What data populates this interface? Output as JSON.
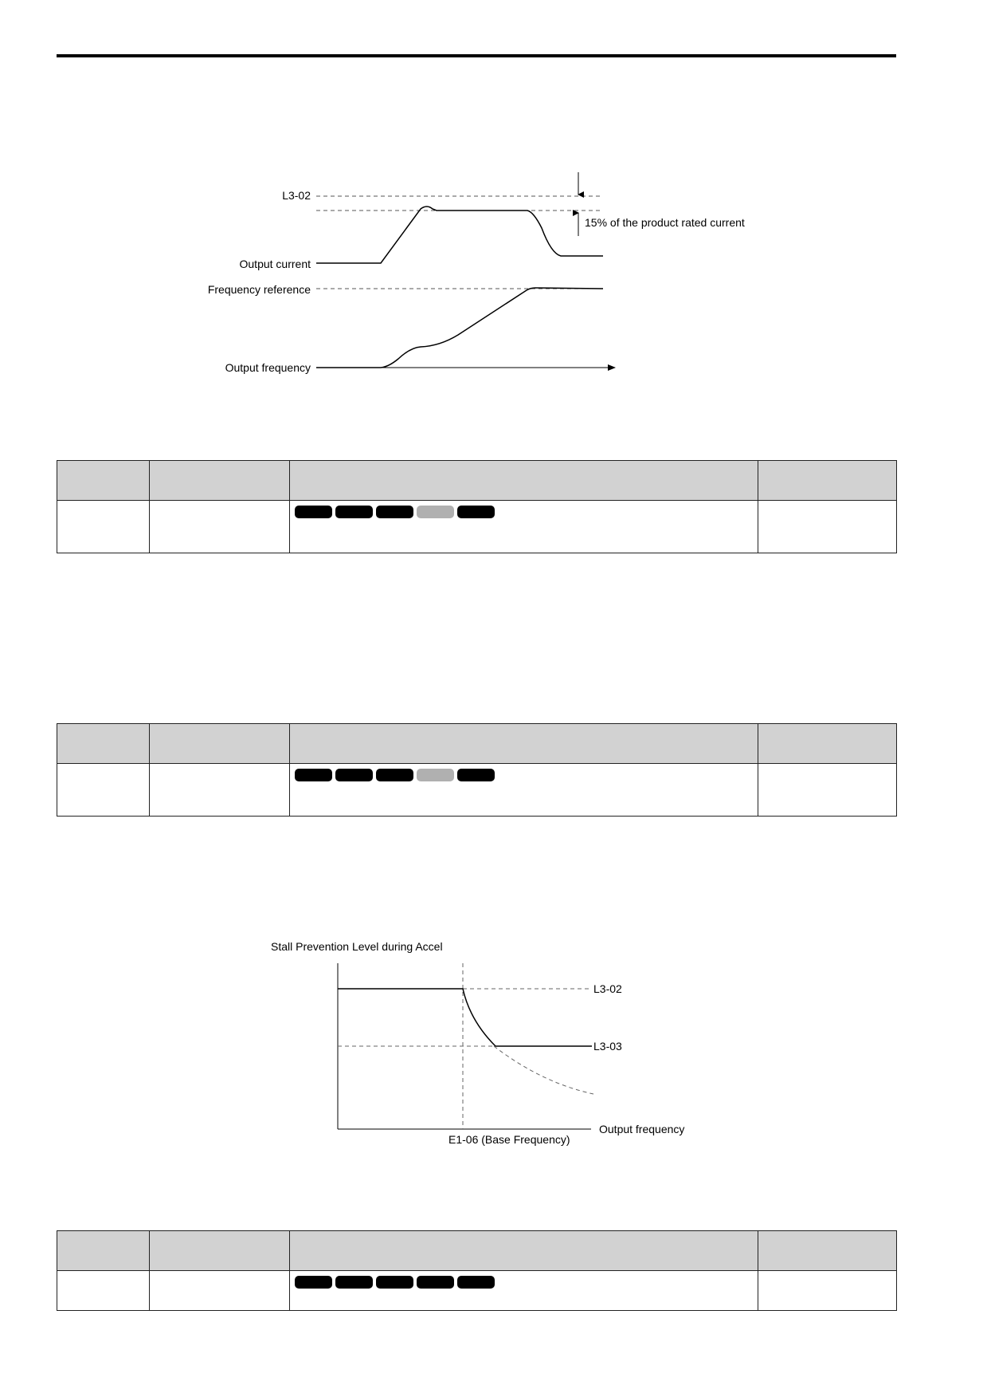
{
  "figure1": {
    "labels": {
      "l3_02": "L3-02",
      "output_current": "Output current",
      "frequency_reference": "Frequency reference",
      "output_frequency": "Output frequency",
      "note_15pct": "15% of the product rated current"
    }
  },
  "figure2": {
    "labels": {
      "y_title": "Stall Prevention Level during Accel",
      "l3_02": "L3-02",
      "l3_03": "L3-03",
      "x_label": "Output frequency",
      "base_freq": "E1-06 (Base Frequency)"
    }
  },
  "tables": [
    {
      "mode_chips": [
        "on",
        "on",
        "on",
        "off",
        "on"
      ]
    },
    {
      "mode_chips": [
        "on",
        "on",
        "on",
        "off",
        "on"
      ]
    },
    {
      "mode_chips": [
        "on",
        "on",
        "on",
        "on",
        "on"
      ]
    }
  ],
  "colors": {
    "chip_on": "#000000",
    "chip_off": "#b0b0b0",
    "header_bg": "#d2d2d2"
  }
}
